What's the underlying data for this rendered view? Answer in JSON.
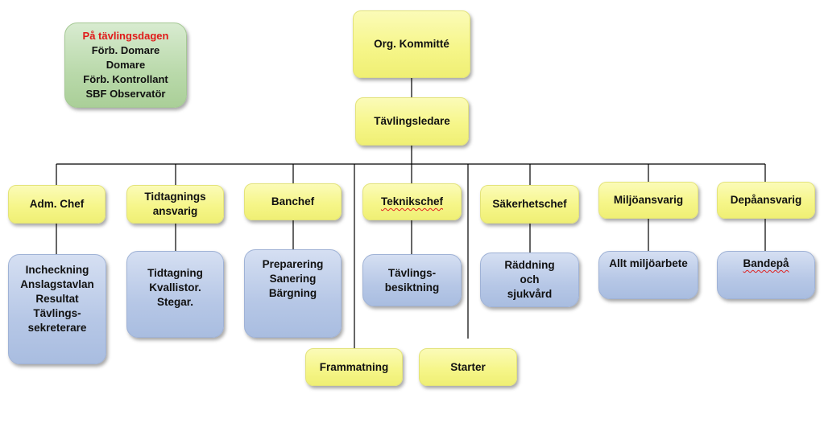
{
  "info_box": {
    "heading": "På tävlingsdagen",
    "lines": [
      "Förb. Domare",
      "Domare",
      "Förb. Kontrollant",
      "SBF Observatör"
    ]
  },
  "top": {
    "committee": "Org. Kommitté",
    "race_director": "Tävlingsledare"
  },
  "chiefs": [
    {
      "lines": [
        "Adm. Chef"
      ]
    },
    {
      "lines": [
        "Tidtagnings",
        "ansvarig"
      ]
    },
    {
      "lines": [
        "Banchef"
      ]
    },
    {
      "lines": [
        "Teknikschef"
      ]
    },
    {
      "lines": [
        "Säkerhetschef"
      ]
    },
    {
      "lines": [
        "Miljöansvarig"
      ]
    },
    {
      "lines": [
        "Depåansvarig"
      ]
    }
  ],
  "tasks": [
    {
      "lines": [
        "Incheckning",
        "Anslagstavlan",
        "Resultat",
        "Tävlings-",
        "sekreterare"
      ]
    },
    {
      "lines": [
        "Tidtagning",
        "Kvallistor.",
        "Stegar."
      ]
    },
    {
      "lines": [
        "Preparering",
        "Sanering",
        "Bärgning"
      ]
    },
    {
      "lines": [
        "Tävlings-",
        "besiktning"
      ]
    },
    {
      "lines": [
        "Räddning",
        "och",
        "sjukvård"
      ]
    },
    {
      "lines": [
        "Allt miljöarbete"
      ]
    },
    {
      "lines": [
        "Bandepå"
      ]
    }
  ],
  "bottom": {
    "marshalling": "Frammatning",
    "starter": "Starter"
  },
  "colors": {
    "yellow_box": "#f6f68a",
    "blue_box": "#b6c7e6",
    "green_box": "#b9d9aa",
    "heading_red": "#e01a1a",
    "connector": "#000000"
  }
}
